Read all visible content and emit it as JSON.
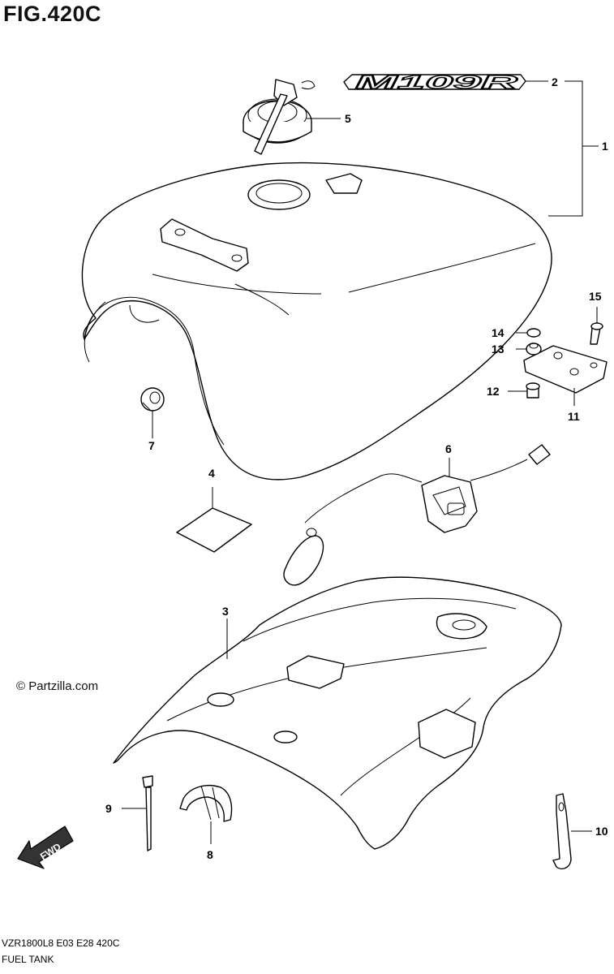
{
  "figure": {
    "title": "FIG.420C",
    "code_line": "VZR1800L8  E03  E28  420C",
    "name": "FUEL TANK",
    "watermark": "© Partzilla.com",
    "emblem_text": "M109R",
    "fwd_label": "FWD"
  },
  "callouts": [
    "1",
    "2",
    "3",
    "4",
    "5",
    "6",
    "7",
    "8",
    "9",
    "10",
    "11",
    "12",
    "13",
    "14",
    "15"
  ]
}
